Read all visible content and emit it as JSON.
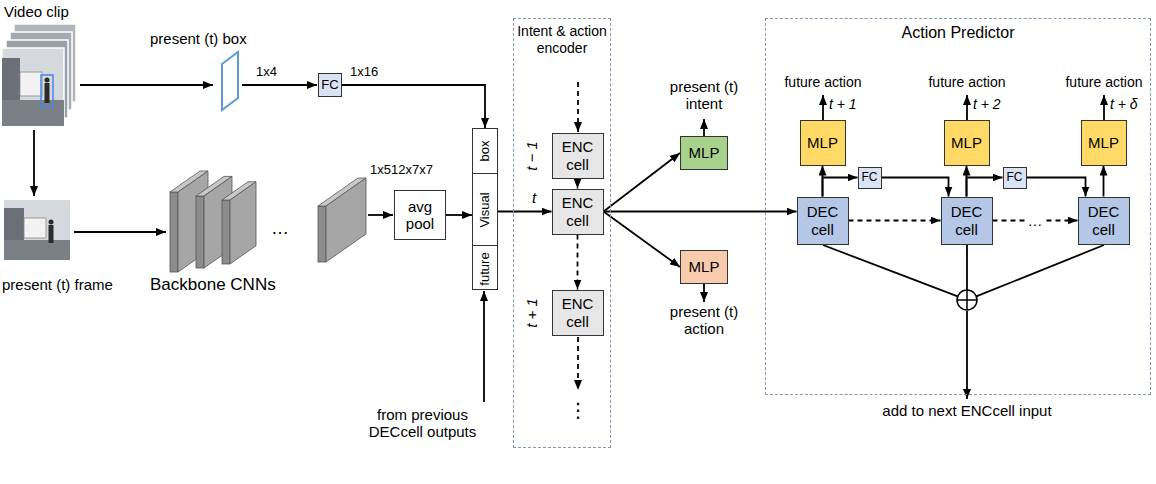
{
  "diagram": {
    "nodes": [
      {
        "text": [
          "FC"
        ]
      },
      {
        "text": [
          "avg pool"
        ]
      },
      {
        "text": [
          "box",
          "Visual",
          "future"
        ]
      },
      {
        "text": [
          "Intent & action encoder"
        ]
      },
      {
        "text": [
          "ENC cell"
        ],
        "in": 3
      },
      {
        "text": [
          "ENC cell"
        ],
        "in": 3
      },
      {
        "text": [
          "ENC cell"
        ],
        "in": 3
      },
      {
        "text": [
          "MLP"
        ]
      },
      {
        "text": [
          "MLP"
        ]
      },
      {
        "text": [
          "Action Predictor"
        ]
      },
      {
        "text": [
          "MLP"
        ],
        "in": 9
      },
      {
        "text": [
          "MLP"
        ],
        "in": 9
      },
      {
        "text": [
          "MLP"
        ],
        "in": 9
      },
      {
        "text": [
          "DEC cell"
        ],
        "in": 9
      },
      {
        "text": [
          "FC"
        ],
        "in": 9
      },
      {
        "text": [
          "DEC cell"
        ],
        "in": 9
      },
      {
        "text": [
          "FC"
        ],
        "in": 9
      },
      {
        "text": [
          "DEC cell"
        ],
        "in": 9
      }
    ],
    "edges": [
      {
        "from": 0,
        "to": 2,
        "arrow": "to"
      },
      {
        "from": 1,
        "to": 2,
        "arrow": "to"
      },
      {
        "from": 2,
        "to": 5,
        "arrow": "to"
      },
      {
        "from": 4,
        "to": 5,
        "arrow": "to"
      },
      {
        "from": 5,
        "to": 6,
        "arrow": "to"
      },
      {
        "from": 5,
        "to": 7,
        "arrow": "to"
      },
      {
        "from": 5,
        "to": 8,
        "arrow": "to"
      },
      {
        "from": 5,
        "to": 13,
        "arrow": "to"
      },
      {
        "from": 13,
        "to": 10,
        "arrow": "to"
      },
      {
        "from": 13,
        "to": 14,
        "arrow": "to"
      },
      {
        "from": 14,
        "to": 15,
        "arrow": "to"
      },
      {
        "from": 13,
        "to": 15,
        "arrow": "to"
      },
      {
        "from": 15,
        "to": 11,
        "arrow": "to"
      },
      {
        "from": 15,
        "to": 16,
        "arrow": "to"
      },
      {
        "from": 16,
        "to": 17,
        "arrow": "to"
      },
      {
        "from": 15,
        "to": 17,
        "label": "…",
        "arrow": "to"
      },
      {
        "from": 17,
        "to": 12,
        "arrow": "to"
      }
    ],
    "labels": [
      "Video clip",
      "present (t) box",
      "1x4",
      "1x16",
      "1x512x7x7",
      "…",
      "present (t) frame",
      "Backbone CNNs",
      "from previous DECcell outputs",
      "t − 1",
      "t",
      "t + 1",
      "⋮",
      "present (t) intent",
      "present (t) action",
      "future action",
      "future action",
      "future action",
      "t + 1",
      "t + 2",
      "t + δ",
      "add to next ENCcell input"
    ]
  }
}
